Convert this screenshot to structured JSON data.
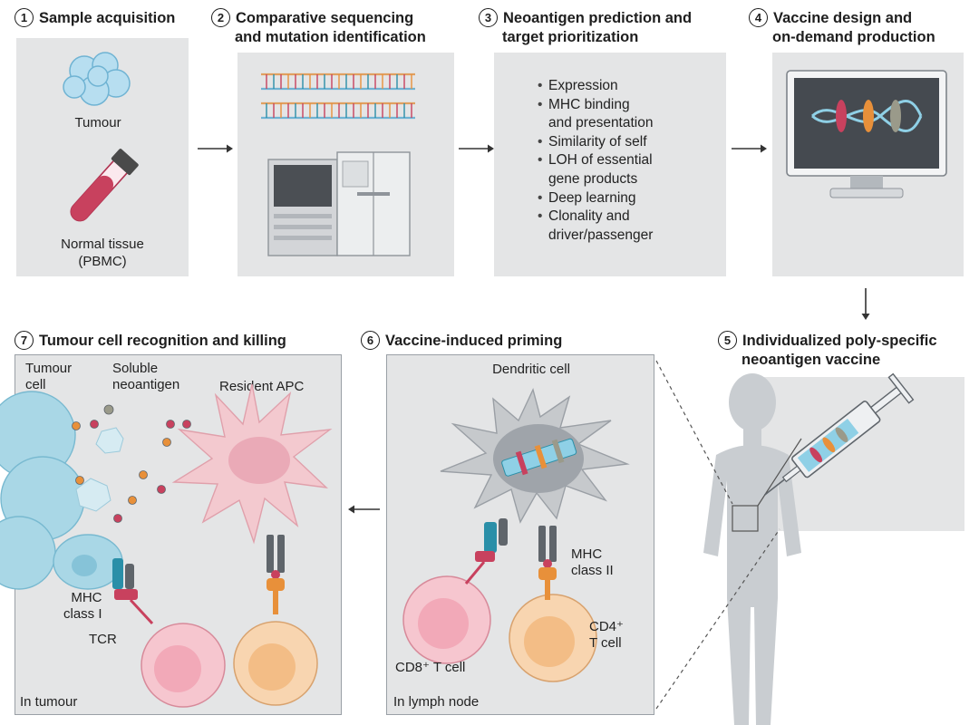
{
  "steps": {
    "s1": {
      "num": "1",
      "title": "Sample acquisition"
    },
    "s2": {
      "num": "2",
      "title_line1": "Comparative sequencing",
      "title_line2": "and mutation identification"
    },
    "s3": {
      "num": "3",
      "title_line1": "Neoantigen prediction and",
      "title_line2": "target prioritization"
    },
    "s4": {
      "num": "4",
      "title_line1": "Vaccine design and",
      "title_line2": "on-demand production"
    },
    "s5": {
      "num": "5",
      "title_line1": "Individualized poly-specific",
      "title_line2": "neoantigen vaccine"
    },
    "s6": {
      "num": "6",
      "title": "Vaccine-induced priming"
    },
    "s7": {
      "num": "7",
      "title": "Tumour cell recognition and killing"
    }
  },
  "panel1": {
    "tumour": "Tumour",
    "normal_line1": "Normal tissue",
    "normal_line2": "(PBMC)"
  },
  "panel3": {
    "criteria": [
      "Expression",
      "MHC binding",
      "and presentation",
      "Similarity of self",
      "LOH of essential",
      "gene products",
      "Deep learning",
      "Clonality and",
      "driver/passenger"
    ],
    "bullets": [
      true,
      true,
      false,
      true,
      true,
      false,
      true,
      true,
      false
    ]
  },
  "panel6": {
    "dendritic": "Dendritic cell",
    "mhc2_line1": "MHC",
    "mhc2_line2": "class II",
    "cd4_line1": "CD4⁺",
    "cd4_line2": "T cell",
    "cd8": "CD8⁺ T cell",
    "location": "In lymph node"
  },
  "panel7": {
    "tumour_cell_line1": "Tumour",
    "tumour_cell_line2": "cell",
    "soluble_line1": "Soluble",
    "soluble_line2": "neoantigen",
    "resident_apc": "Resident APC",
    "mhc1_line1": "MHC",
    "mhc1_line2": "class I",
    "tcr": "TCR",
    "location": "In tumour"
  },
  "colors": {
    "panel": "#e4e5e6",
    "tumour_blue": "#a9d7e6",
    "blood_red": "#c8415e",
    "apc_pink": "#f3c9cf",
    "dc_grey": "#c6c9cc",
    "tcell_pink": "#f6c6cf",
    "tcell_orange": "#f8d5b0",
    "tcr_teal": "#2a8fa8",
    "mhc_orange": "#e8903a",
    "body_grey": "#c9cdd1"
  }
}
